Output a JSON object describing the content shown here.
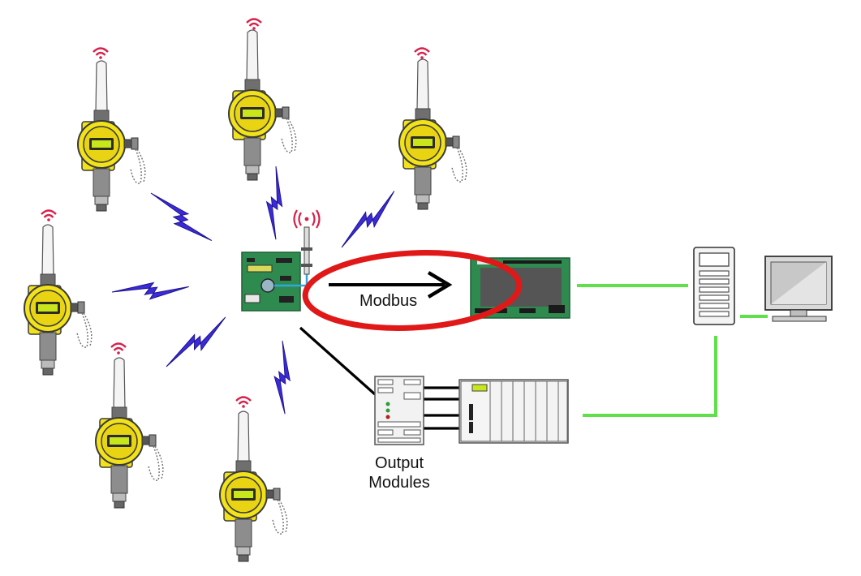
{
  "labels": {
    "modbus": "Modbus",
    "output_line1": "Output",
    "output_line2": "Modules"
  },
  "colors": {
    "transmitter_body": "#f2e21a",
    "transmitter_outline": "#3a3a3a",
    "lightning": "#3b2bd6",
    "wifi_symbol": "#d8204a",
    "highlight_ring": "#e01818",
    "network_link": "#5fe04a",
    "serial_link": "#000000",
    "pcb_green": "#2f8a4f",
    "cable_blue": "#30a8d8"
  },
  "icons": [
    "wireless-transmitter-icon",
    "wifi-signal-icon",
    "lightning-bolt-icon",
    "gateway-board-icon",
    "controller-board-icon",
    "output-module-icon",
    "plc-rack-icon",
    "server-tower-icon",
    "monitor-icon"
  ]
}
